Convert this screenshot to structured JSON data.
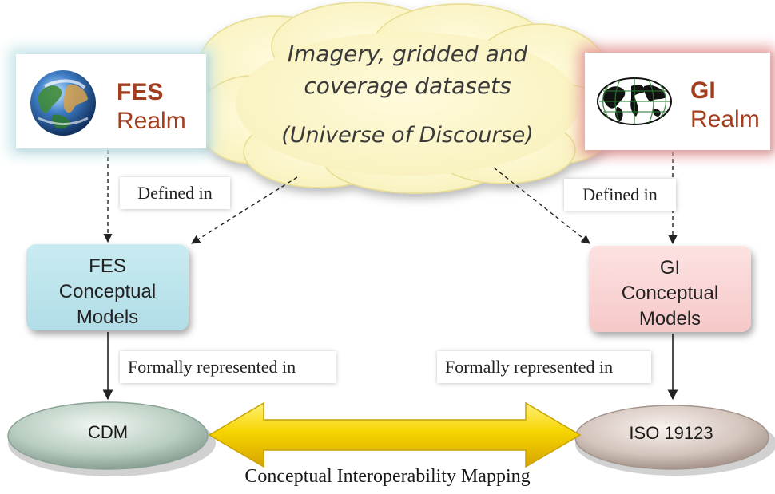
{
  "cloud": {
    "line1": "Imagery, gridded and",
    "line2": "coverage datasets",
    "line3": "(Universe of Discourse)"
  },
  "fes_realm": {
    "abbr": "FES",
    "word": "Realm",
    "icon": "earth-globe-icon"
  },
  "gi_realm": {
    "abbr": "GI",
    "word": "Realm",
    "icon": "world-map-grid-icon"
  },
  "labels": {
    "defined_left": "Defined in",
    "defined_right": "Defined in",
    "formally_left": "Formally represented in",
    "formally_right": "Formally represented in"
  },
  "fes_models": {
    "line1": "FES",
    "line2": "Conceptual",
    "line3": "Models"
  },
  "gi_models": {
    "line1": "GI",
    "line2": "Conceptual",
    "line3": "Models"
  },
  "cdm": "CDM",
  "iso": "ISO 19123",
  "mapping": "Conceptual Interoperability Mapping",
  "colors": {
    "realm_text": "#a23e1e",
    "fes_glow": "#c7e6ea",
    "gi_glow": "#e9a0a0",
    "cloud_fill": "#fbf6c7",
    "fes_model_fill": "#b9e2ea",
    "gi_model_fill": "#f8d2d2",
    "arrow_fill": "#f4d000"
  }
}
